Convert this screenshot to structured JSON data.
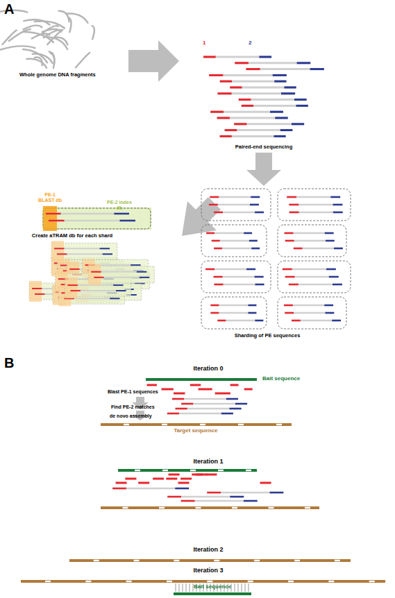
{
  "diagram": {
    "labels": [
      "A",
      "Whole genome DNA fragments",
      "1",
      "2",
      "Paired-end sequencing",
      "Sharding of PE sequences",
      "PE-1 BLAST db",
      "PE-2 index db",
      "Create aTRAM db for each shard",
      "B",
      "Iteration 0",
      "Bait sequence",
      "Blast PE-1 sequences",
      "Find PE-2 matches",
      "de novo assembly",
      "Target sequence",
      "Iteration 1",
      "Iteration 2",
      "Iteration 3",
      "Bait sequence"
    ]
  }
}
